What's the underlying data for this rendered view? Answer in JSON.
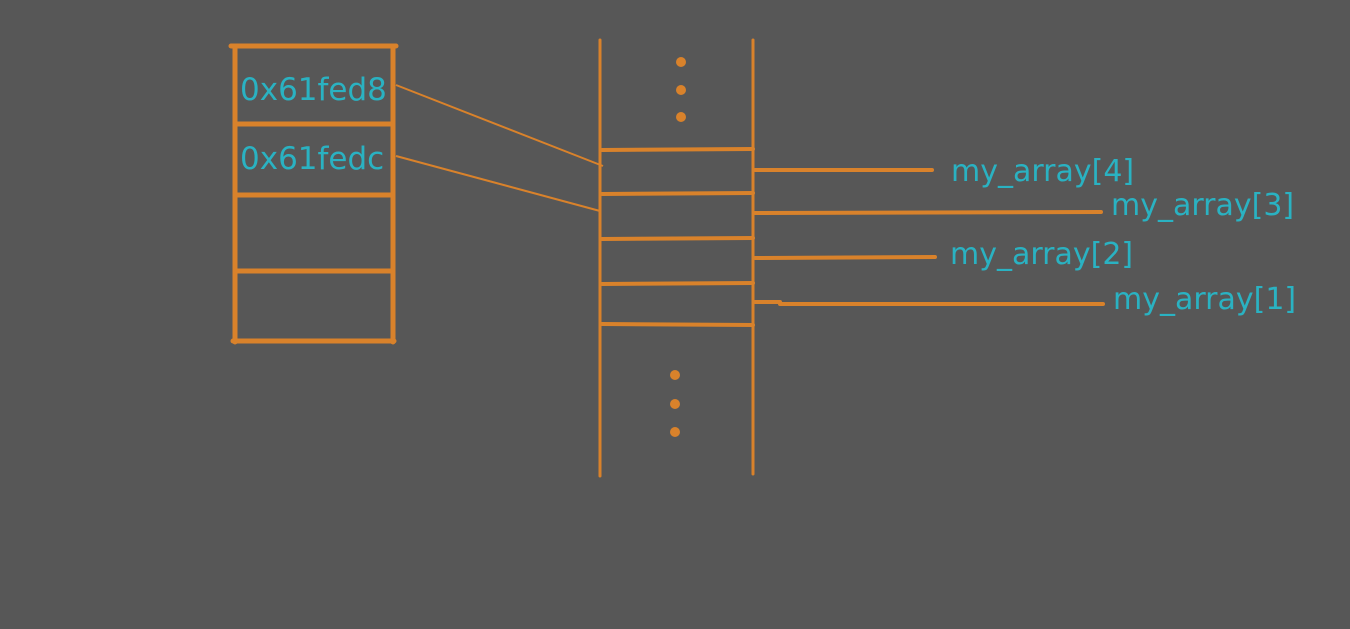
{
  "pointer_table": {
    "cells": [
      "0x61fed8",
      "0x61fedc",
      "",
      ""
    ]
  },
  "memory_column": {
    "element_labels": [
      "my_array[4]",
      "my_array[3]",
      "my_array[2]",
      "my_array[1]"
    ]
  },
  "colors": {
    "background": "#575757",
    "stroke": "#d9822b",
    "text": "#2ab2c2"
  }
}
